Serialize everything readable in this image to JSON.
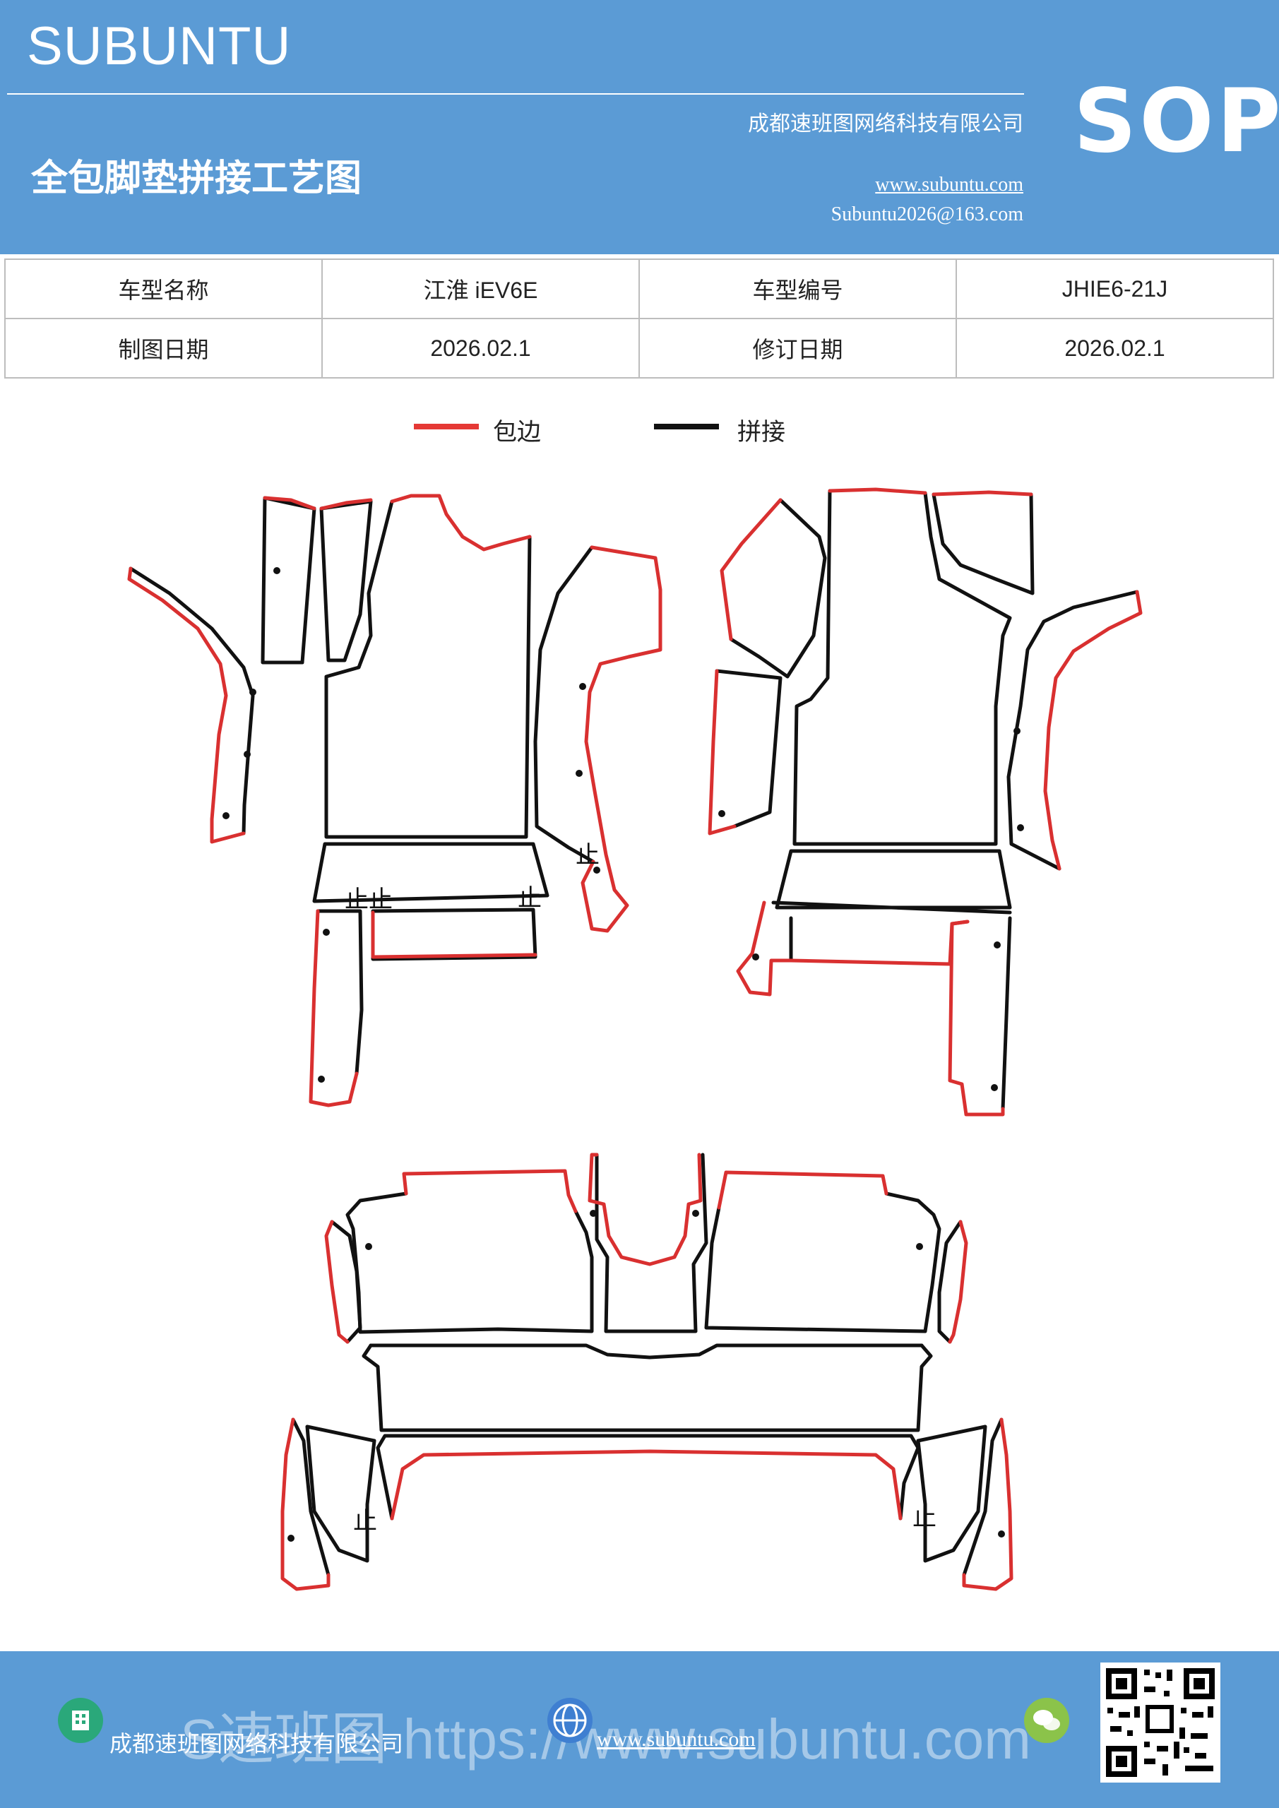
{
  "header": {
    "brand": "SUBUNTU",
    "title": "全包脚垫拼接工艺图",
    "company": "成都速班图网络科技有限公司",
    "website": "www.subuntu.com",
    "email": "Subuntu2026@163.com",
    "badge": "SOP"
  },
  "info_table": {
    "rows": [
      [
        "车型名称",
        "江淮 iEV6E",
        "车型编号",
        "JHIE6-21J"
      ],
      [
        "制图日期",
        "2026.02.1",
        "修订日期",
        "2026.02.1"
      ]
    ]
  },
  "legend": {
    "items": [
      {
        "label": "包边",
        "color": "#e53935"
      },
      {
        "label": "拼接",
        "color": "#111111"
      }
    ]
  },
  "drawing": {
    "marker_symbol": "止",
    "colors": {
      "edge": "#d93030",
      "seam": "#111111"
    }
  },
  "footer": {
    "company": "成都速班图网络科技有限公司",
    "website": "www.subuntu.com",
    "watermark": "S速班图 https://www.subuntu.com",
    "icons": [
      "building-icon",
      "globe-icon",
      "wechat-icon"
    ]
  }
}
